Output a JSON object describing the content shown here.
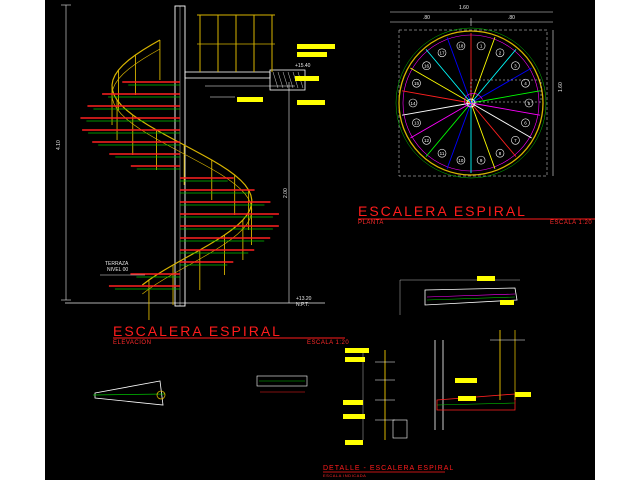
{
  "sheet": {
    "background": "#000000",
    "colors": {
      "railing": "#d8b400",
      "structure": "#ffffff",
      "steps_red": "#ff2020",
      "steps_green": "#00c000",
      "dimension": "#e8e8e8",
      "title": "#ff1c1c",
      "labels": "#ffff00",
      "rays": [
        "#ff2020",
        "#ffff00",
        "#00ffff",
        "#0000ff",
        "#00ff00",
        "#ff00ff",
        "#ffffff"
      ]
    }
  },
  "elevation": {
    "title": "ESCALERA  ESPIRAL",
    "subtitle": "ELEVACION",
    "scale": "ESCALA  1:20",
    "dim_height": "4.10",
    "dim_mid": "2.00",
    "level_top": "+15.40",
    "level_bottom": "+13.20",
    "nivel_label_1": "TERRAZA",
    "nivel_label_2": "NIVEL 00",
    "npt": "N.P.T."
  },
  "plan": {
    "title": "ESCALERA  ESPIRAL",
    "subtitle": "PLANTA",
    "scale": "ESCALA  1:20",
    "dim_total": "1.60",
    "dim_left": ".80",
    "dim_right": ".80",
    "dim_side": "1.60",
    "step_numbers": [
      "1",
      "2",
      "3",
      "4",
      "5",
      "6",
      "7",
      "8",
      "9",
      "10",
      "11",
      "12",
      "13",
      "14",
      "15",
      "16",
      "17",
      "18"
    ]
  },
  "details": {
    "title": "DETALLE  -  ESCALERA  ESPIRAL",
    "subtitle": "ESCALA  INDICADA"
  }
}
